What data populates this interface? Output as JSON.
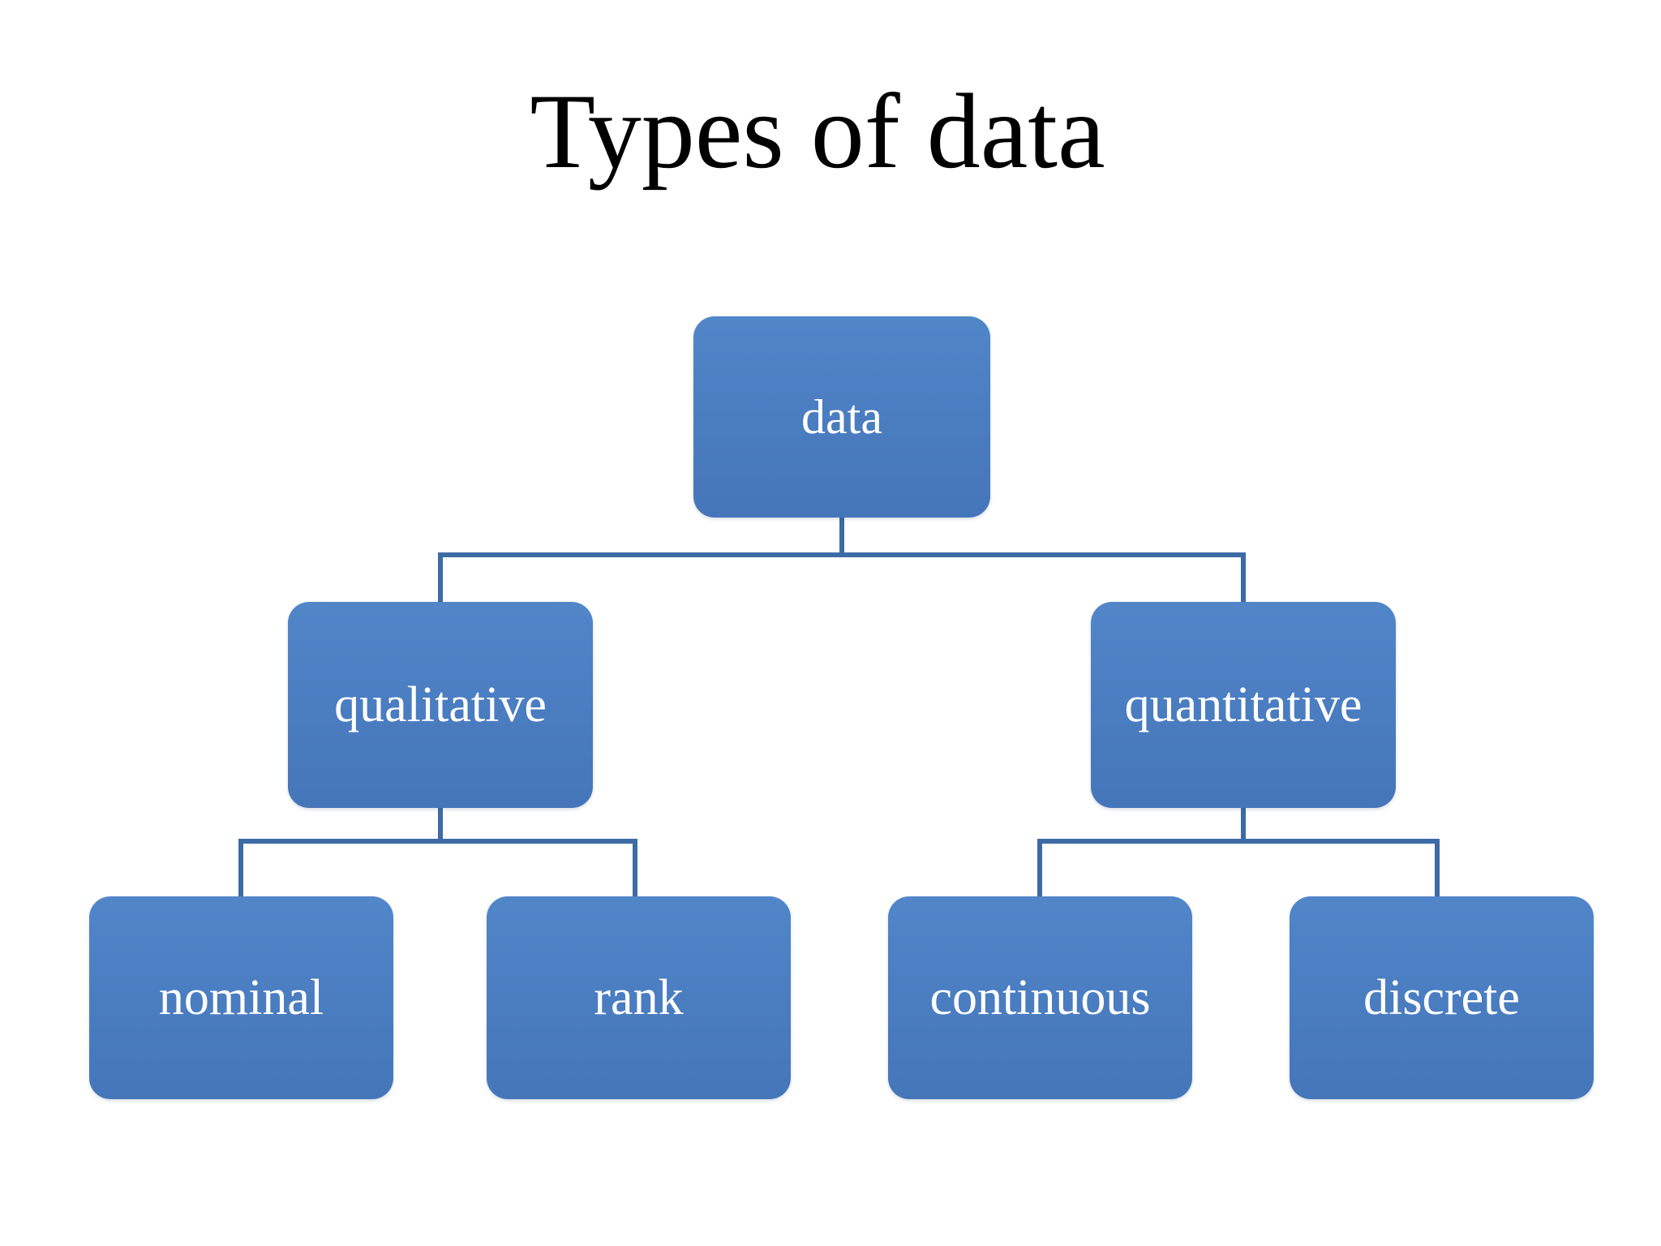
{
  "slide": {
    "title": "Types of data",
    "background_color": "#ffffff",
    "node_fill_color": "#4a7cc0",
    "node_text_color": "#ffffff",
    "connector_color": "#3d6ba5",
    "title_text_color": "#000000"
  },
  "diagram": {
    "type": "hierarchy-tree",
    "levels": 3,
    "root": {
      "id": "data",
      "label": "data"
    },
    "level2": [
      {
        "id": "qualitative",
        "label": "qualitative",
        "parent": "data"
      },
      {
        "id": "quantitative",
        "label": "quantitative",
        "parent": "data"
      }
    ],
    "level3": [
      {
        "id": "nominal",
        "label": "nominal",
        "parent": "qualitative"
      },
      {
        "id": "rank",
        "label": "rank",
        "parent": "qualitative"
      },
      {
        "id": "continuous",
        "label": "continuous",
        "parent": "quantitative"
      },
      {
        "id": "discrete",
        "label": "discrete",
        "parent": "quantitative"
      }
    ]
  }
}
